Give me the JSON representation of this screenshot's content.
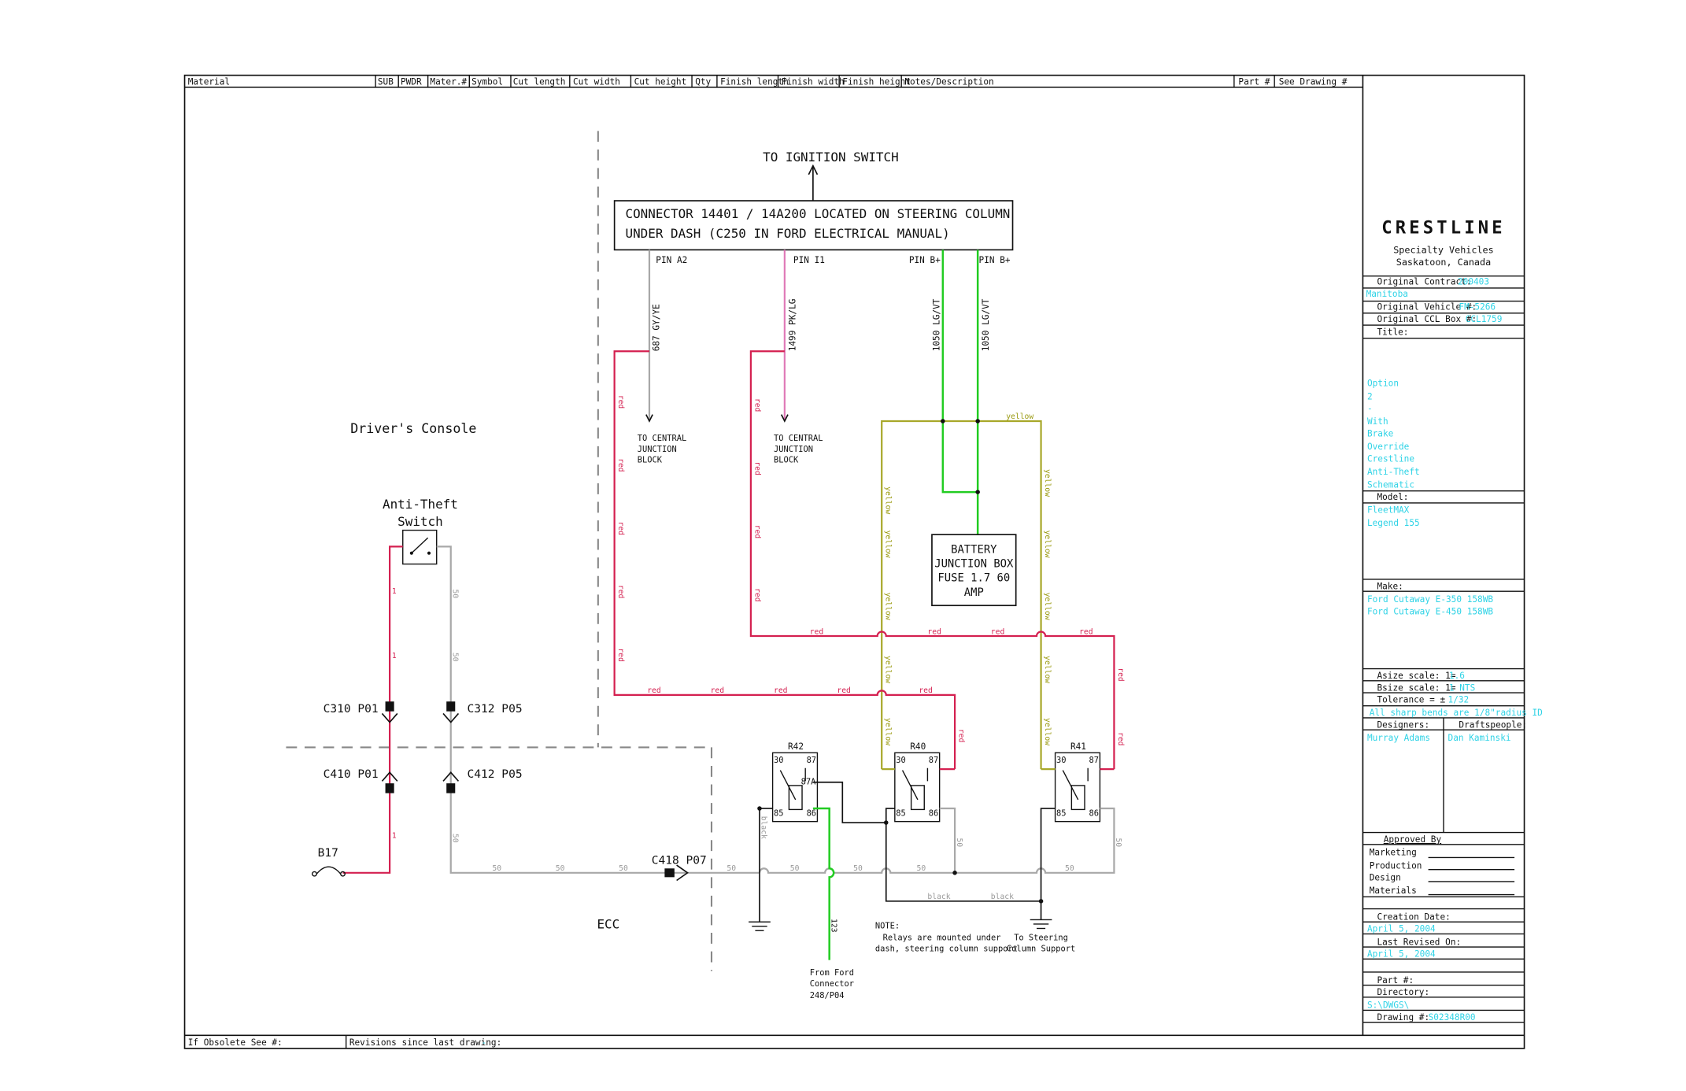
{
  "header_columns": [
    "Material",
    "SUB",
    "PWDR",
    "Mater.#",
    "Symbol",
    "Cut length",
    "Cut width",
    "Cut height",
    "Qty",
    "Finish length",
    "Finish width",
    "Finish height",
    "Notes/Description",
    "Part #",
    "See Drawing #"
  ],
  "footer": {
    "obsolete_label": "If Obsolete See #:",
    "revisions_label": "Revisions since last drawing:",
    "revisions_value": "-"
  },
  "diagram": {
    "ignition_label": "TO IGNITION SWITCH",
    "connector_line1": "CONNECTOR 14401 / 14A200 LOCATED ON STEERING COLUMN",
    "connector_line2": "UNDER DASH (C250 IN FORD ELECTRICAL MANUAL)",
    "pins": [
      "PIN A2",
      "PIN I1",
      "PIN B+",
      "PIN B+"
    ],
    "pin_wires": [
      "687 GY/YE",
      "1499 PK/LG",
      "1050 LG/VT",
      "1050 LG/VT"
    ],
    "central_junction_lines": [
      "TO CENTRAL",
      "JUNCTION",
      "BLOCK"
    ],
    "battery_lines": [
      "BATTERY",
      "JUNCTION BOX",
      "FUSE 1.7 60",
      "AMP"
    ],
    "drivers_console": "Driver's Console",
    "anti_theft_lines": [
      "Anti-Theft",
      "Switch"
    ],
    "connectors": [
      "C310 P01",
      "C312 P05",
      "C410 P01",
      "C412 P05",
      "C418 P07"
    ],
    "b17": "B17",
    "ecc": "ECC",
    "relays": [
      "R42",
      "R40",
      "R41"
    ],
    "relay_pins": [
      "30",
      "87",
      "87A",
      "85",
      "86"
    ],
    "wire_red": "red",
    "wire_yellow": "yellow",
    "wire_black": "black",
    "wire_50": "50",
    "wire_1": "1",
    "wire_123": "123",
    "note_lines": [
      "NOTE:",
      "Relays are mounted under",
      "dash, steering column support"
    ],
    "steering_lines": [
      "To Steering",
      "Column Support"
    ],
    "ford_lines": [
      "From Ford",
      "Connector",
      "248/P04"
    ]
  },
  "title_block": {
    "logo": "CRESTLINE",
    "company_line1": "Specialty Vehicles",
    "company_line2": "Saskatoon, Canada",
    "original_contract_label": "Original Contract:",
    "original_contract_value": "200403",
    "province": "Manitoba",
    "original_vehicle_label": "Original Vehicle #:",
    "original_vehicle_value": "FM-5266",
    "original_ccl_label": "Original CCL Box #:",
    "original_ccl_value": "CCL1759",
    "title_label": "Title:",
    "title_lines": [
      "Option",
      "2",
      "-",
      "With",
      "Brake",
      "Override",
      "Crestline",
      "Anti-Theft",
      "Schematic"
    ],
    "model_label": "Model:",
    "model_lines": [
      "FleetMAX",
      "Legend 155"
    ],
    "make_label": "Make:",
    "make_lines": [
      "Ford Cutaway E-350 158WB",
      "Ford Cutaway E-450 158WB"
    ],
    "asize_label": "Asize scale: 1=",
    "asize_value": "1.6",
    "bsize_label": "Bsize scale: 1=",
    "bsize_value": "1  NTS",
    "tolerance_label": "Tolerance = ±",
    "tolerance_value": "1/32",
    "bends_note": "All sharp bends are 1/8\"radius ID",
    "designers_label": "Designers:",
    "designers_value": "Murray Adams",
    "drafts_label": "Draftspeople:",
    "drafts_value": "Dan Kaminski",
    "approved_label": "Approved By",
    "approvals": [
      "Marketing",
      "Production",
      "Design",
      "Materials"
    ],
    "creation_label": "Creation Date:",
    "creation_value": "April 5, 2004",
    "revised_label": "Last Revised On:",
    "revised_value": "April 5, 2004",
    "part_label": "Part #:",
    "directory_label": "Directory:",
    "directory_value": "S:\\DWGS\\",
    "drawing_label": "Drawing #:",
    "drawing_value": "S02348R00"
  }
}
